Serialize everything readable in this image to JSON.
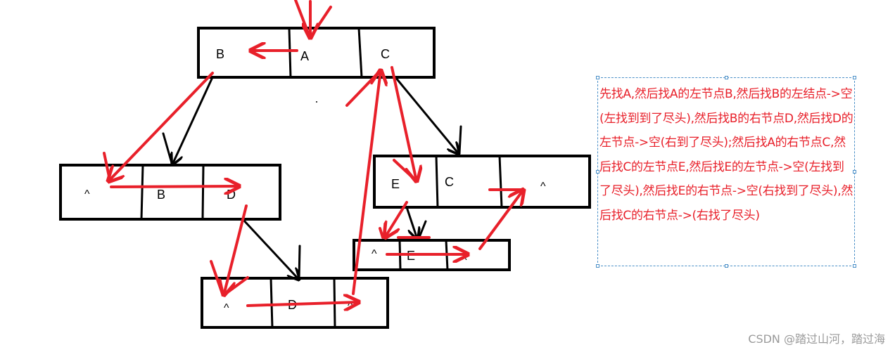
{
  "nodes": {
    "root": {
      "left": "B",
      "data": "A",
      "right": "C"
    },
    "left_child": {
      "left": "^",
      "data": "B",
      "right": "D"
    },
    "left_grandchild": {
      "left": "^",
      "data": "D",
      "right": "^"
    },
    "right_child": {
      "left": "E",
      "data": "C",
      "right": "^"
    },
    "right_grandchild": {
      "left": "^",
      "data": "E",
      "right": "^"
    }
  },
  "note": {
    "text": "先找A,然后找A的左节点B,然后找B的左结点->空(左找到到了尽头),然后找B的右节点D,然后找D的左节点->空(右到了尽头);然后找A的右节点C,然后找C的左节点E,然后找E的左节点->空(左找到了尽头),然后找E的右节点->空(右找到了尽头),然后找C的右节点->(右找了尽头)"
  },
  "colors": {
    "traversal": "#e8202a",
    "structure": "#000000",
    "note_border": "#4a8fc7"
  },
  "watermark": "CSDN @踏过山河，踏过海"
}
